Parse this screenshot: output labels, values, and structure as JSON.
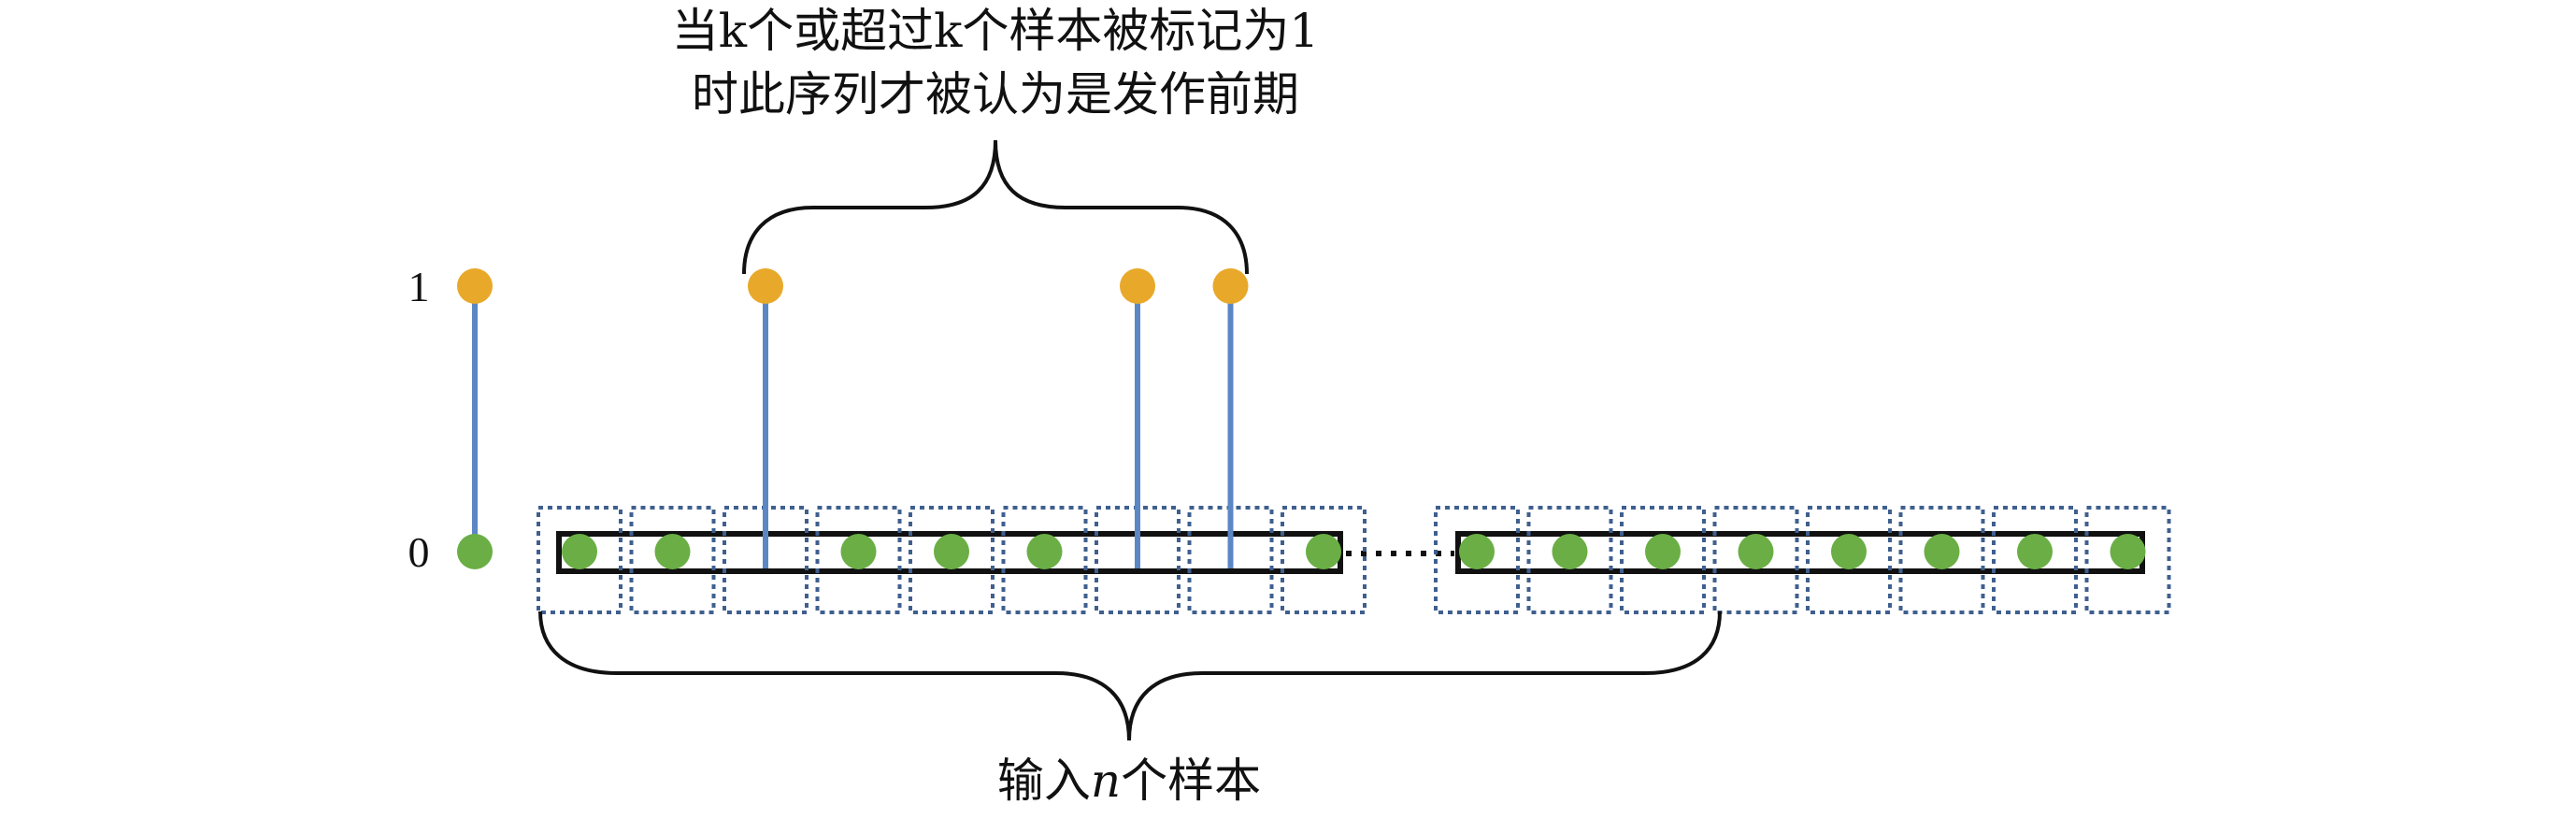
{
  "diagram": {
    "top_annotation": {
      "line1": "当k个或超过k个样本被标记为1",
      "line2": "时此序列才被认为是发作前期"
    },
    "bottom_annotation": {
      "prefix": "输入",
      "variable": "n",
      "suffix": "个样本"
    },
    "legend_axis": {
      "high_label": "1",
      "low_label": "0"
    },
    "samples": {
      "left_group": [
        0,
        0,
        1,
        0,
        0,
        0,
        1,
        1,
        0
      ],
      "right_group": [
        0,
        0,
        0,
        0,
        0,
        0,
        0,
        0
      ],
      "separator": "……"
    },
    "colors": {
      "positive_dot": "#E8A92A",
      "negative_dot": "#6AAE45",
      "stem": "#5B87C5",
      "window_border": "#3F5F8F",
      "bar": "#111111"
    }
  }
}
